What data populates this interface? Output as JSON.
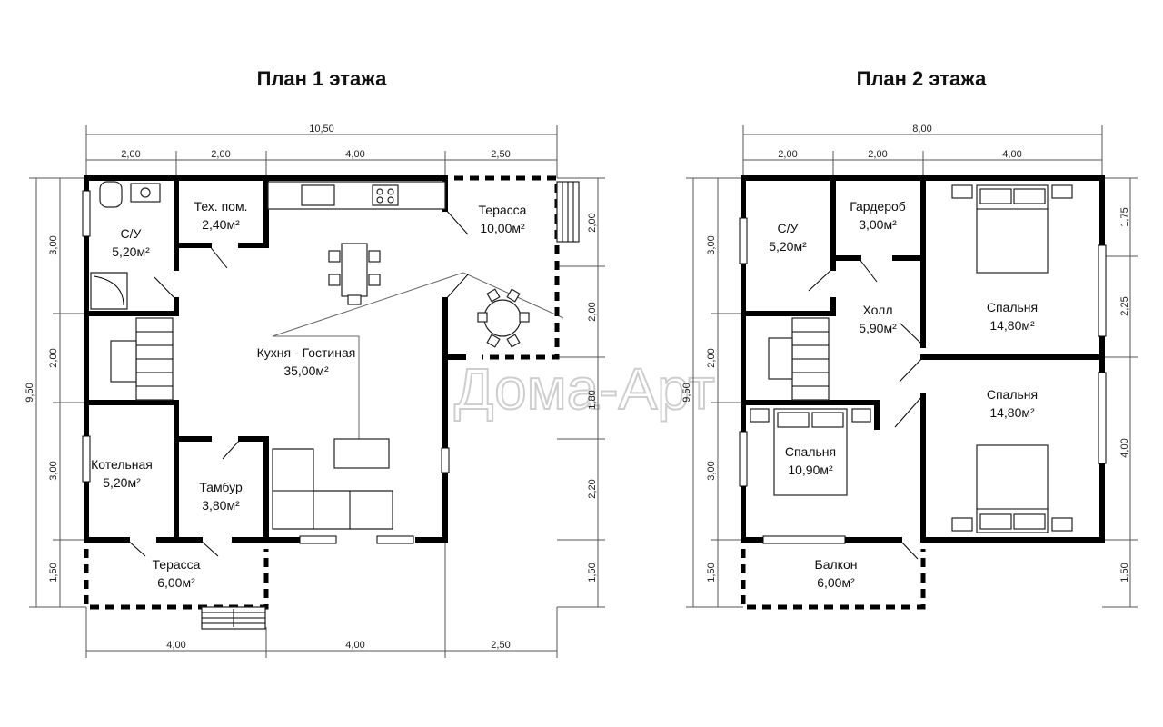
{
  "watermark": {
    "brand": "Дома-Арт"
  },
  "floor1": {
    "title": "План 1 этажа",
    "dims_top_total": "10,50",
    "dims_top": [
      "2,00",
      "2,00",
      "4,00",
      "2,50"
    ],
    "dims_bottom": [
      "4,00",
      "4,00",
      "2,50"
    ],
    "dims_left_total": "9,50",
    "dims_left": [
      "3,00",
      "2,00",
      "3,00",
      "1,50"
    ],
    "dims_right": [
      "2,00",
      "2,00",
      "1,80",
      "2,20",
      "1,50"
    ],
    "rooms": {
      "su": {
        "name": "С/У",
        "area": "5,20м²"
      },
      "tech": {
        "name": "Тех. пом.",
        "area": "2,40м²"
      },
      "kitchen": {
        "name": "Кухня - Гостиная",
        "area": "35,00м²"
      },
      "terrace_top": {
        "name": "Терасса",
        "area": "10,00м²"
      },
      "boiler": {
        "name": "Котельная",
        "area": "5,20м²"
      },
      "tambur": {
        "name": "Тамбур",
        "area": "3,80м²"
      },
      "terrace_bottom": {
        "name": "Терасса",
        "area": "6,00м²"
      }
    }
  },
  "floor2": {
    "title": "План 2 этажа",
    "dims_top_total": "8,00",
    "dims_top": [
      "2,00",
      "2,00",
      "4,00"
    ],
    "dims_left_total": "9,50",
    "dims_left": [
      "3,00",
      "2,00",
      "3,00",
      "1,50"
    ],
    "dims_right": [
      "1,75",
      "2,25",
      "4,00",
      "1,50"
    ],
    "rooms": {
      "su": {
        "name": "С/У",
        "area": "5,20м²"
      },
      "wardrobe": {
        "name": "Гардероб",
        "area": "3,00м²"
      },
      "hall": {
        "name": "Холл",
        "area": "5,90м²"
      },
      "bedroom_top": {
        "name": "Спальня",
        "area": "14,80м²"
      },
      "bedroom_right": {
        "name": "Спальня",
        "area": "14,80м²"
      },
      "bedroom_small": {
        "name": "Спальня",
        "area": "10,90м²"
      },
      "balcony": {
        "name": "Балкон",
        "area": "6,00м²"
      }
    }
  }
}
